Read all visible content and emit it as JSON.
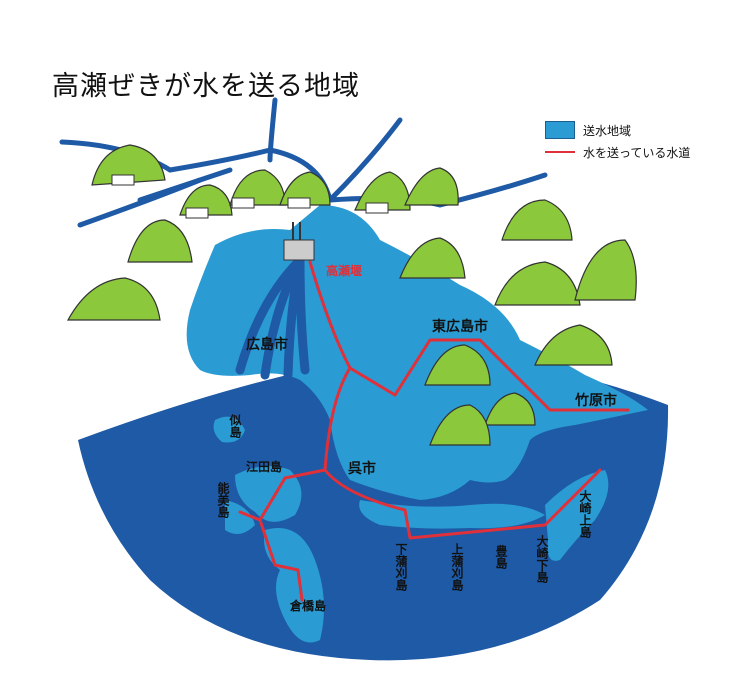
{
  "title": "高瀬ぜきが水を送る地域",
  "legend": {
    "area_label": "送水地域",
    "pipe_label": "水を送っている水道"
  },
  "colors": {
    "supply_area": "#2a9bd3",
    "sea": "#1e5aa5",
    "mountain": "#8cc83c",
    "waterline": "#e0303a",
    "river": "#1e5aa5"
  },
  "places": {
    "dam": "高瀬堰",
    "hiroshima": "広島市",
    "higashihiroshima": "東広島市",
    "takehara": "竹原市",
    "kure": "呉市",
    "nitaijima": "似島",
    "etajima": "江田島",
    "nomijima": "能美島",
    "kurahashijima": "倉橋島",
    "shimokamagari": "下蒲刈島",
    "kamikamagari": "上蒲刈島",
    "yutakajima": "豊島",
    "osakishimo": "大崎下島",
    "osakikami": "大崎上島"
  }
}
